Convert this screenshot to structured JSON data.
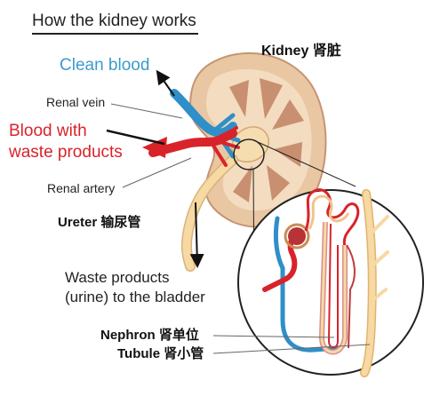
{
  "title": "How the kidney works",
  "labels": {
    "clean_blood": "Clean blood",
    "kidney": "Kidney 肾脏",
    "renal_vein": "Renal vein",
    "blood_line1": "Blood with",
    "blood_line2": "waste products",
    "renal_artery": "Renal artery",
    "ureter": "Ureter 输尿管",
    "waste_line1": "Waste products",
    "waste_line2": "(urine) to the bladder",
    "nephron": "Nephron 肾单位",
    "tubule": "Tubule 肾小管"
  },
  "colors": {
    "clean_blood": "#3b9ccc",
    "waste_blood": "#d9232a",
    "kidney_cortex": "#e8c9a6",
    "kidney_medulla": "#c9987a",
    "ureter": "#f6d9a3"
  }
}
